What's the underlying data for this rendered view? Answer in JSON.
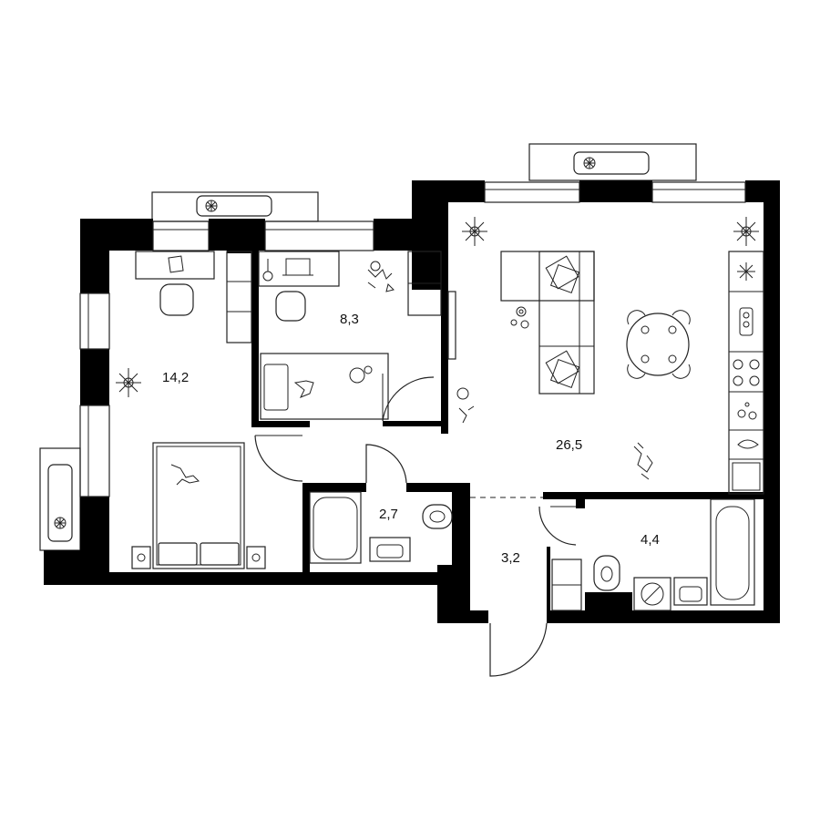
{
  "rooms": [
    {
      "id": "bedroom",
      "area": "14,2"
    },
    {
      "id": "kids-room",
      "area": "8,3"
    },
    {
      "id": "living-kitchen",
      "area": "26,5"
    },
    {
      "id": "bathroom-small",
      "area": "2,7"
    },
    {
      "id": "hallway",
      "area": "3,2"
    },
    {
      "id": "bathroom-large",
      "area": "4,4"
    }
  ],
  "icons": {
    "ac_unit": "fan-icon",
    "plant": "plant-icon",
    "fridge": "snowflake-icon",
    "toy": "toy-icon"
  }
}
